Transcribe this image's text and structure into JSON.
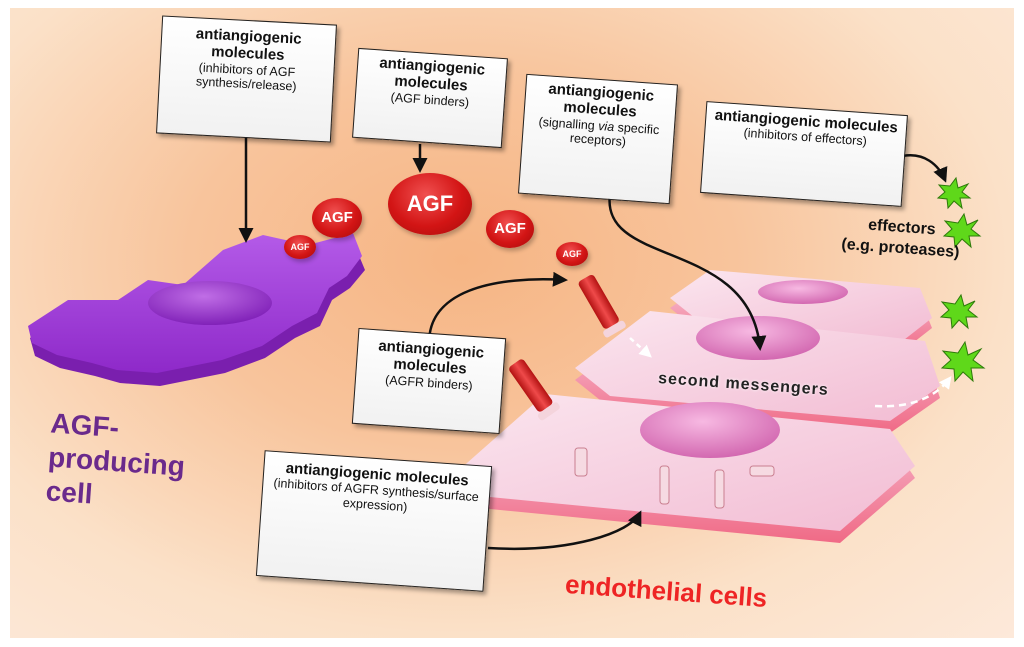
{
  "boxes": {
    "synthesis": {
      "title": "antiangiogenic molecules",
      "subtitle": "(inhibitors of AGF synthesis/release)"
    },
    "binders": {
      "title": "antiangiogenic molecules",
      "subtitle": "(AGF binders)"
    },
    "signalling": {
      "title": "antiangiogenic molecules",
      "subtitle_pre": "(signalling ",
      "subtitle_em": "via",
      "subtitle_post": " specific receptors)"
    },
    "effectors": {
      "title": "antiangiogenic molecules",
      "subtitle": "(inhibitors of effectors)"
    },
    "agfr_binders": {
      "title": "antiangiogenic molecules",
      "subtitle": "(AGFR binders)"
    },
    "agfr_synthesis": {
      "title": "antiangiogenic molecules",
      "subtitle": "(inhibitors of AGFR synthesis/surface expression)"
    }
  },
  "agf_label": "AGF",
  "labels": {
    "producing_line1": "AGF-",
    "producing_line2": "producing",
    "producing_line3": "cell",
    "endothelial": "endothelial cells",
    "effectors_line1": "effectors",
    "effectors_line2": "(e.g. proteases)",
    "second_messengers": "second messengers"
  },
  "colors": {
    "producing_cell": "#9b2fd0",
    "endothelial_cell": "#f7cfe0",
    "agf": "#d31515",
    "effector_burst": "#5fd81a",
    "producing_label": "#6a2a8c",
    "endothelial_label": "#ee2424"
  }
}
